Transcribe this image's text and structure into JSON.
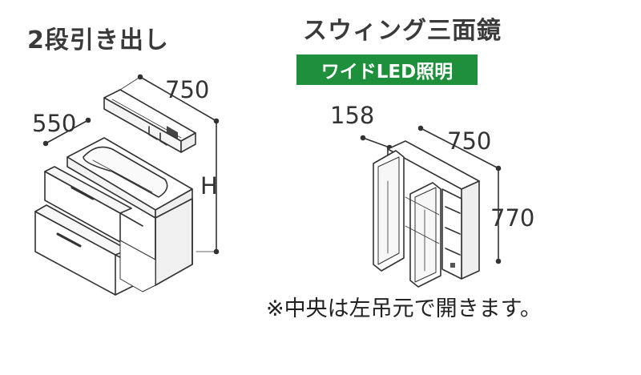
{
  "left_product": {
    "title": "2段引き出し",
    "dim_width": "750",
    "dim_depth": "550",
    "dim_height": "H"
  },
  "right_product": {
    "title": "スウィング三面鏡",
    "badge": "ワイドLED照明",
    "dim_depth": "158",
    "dim_width": "750",
    "dim_height": "770"
  },
  "note": "※中央は左吊元で開きます。",
  "colors": {
    "badge_bg": "#1e8f3a",
    "line": "#333333"
  }
}
